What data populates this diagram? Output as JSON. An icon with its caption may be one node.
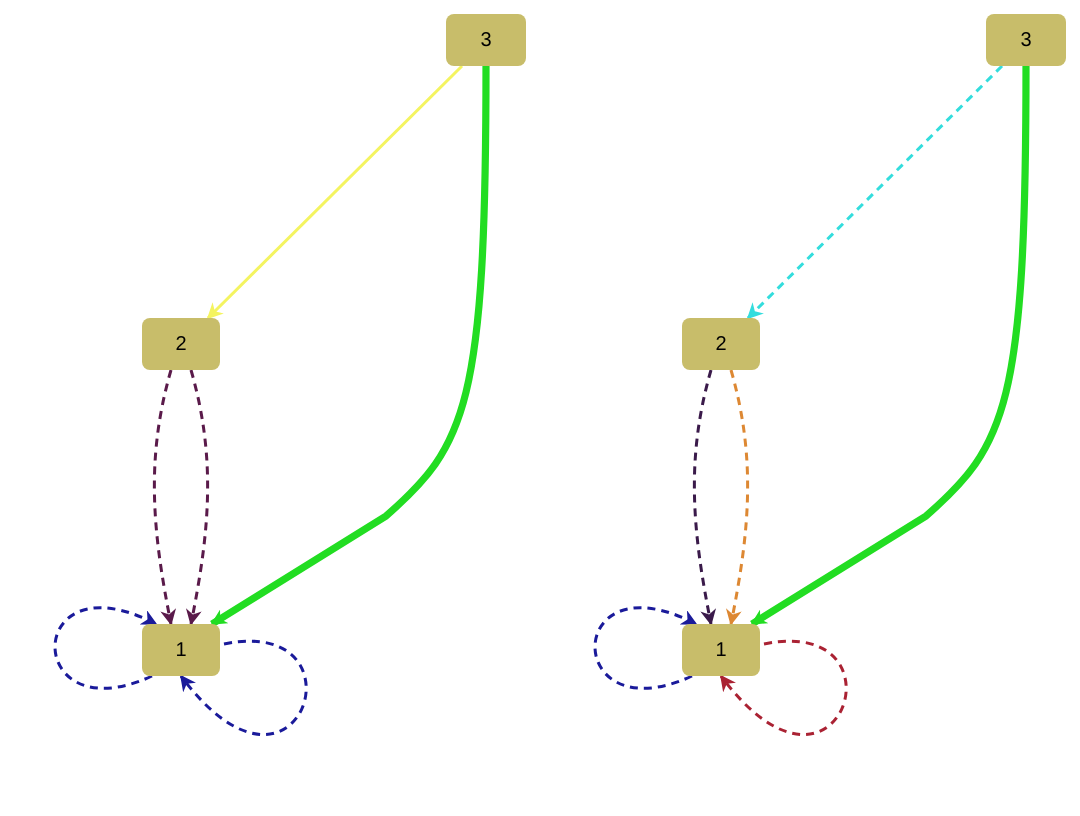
{
  "diagram": {
    "nodes": [
      {
        "text": [
          "3"
        ]
      },
      {
        "text": [
          "3"
        ]
      },
      {
        "text": [
          "2"
        ]
      },
      {
        "text": [
          "2"
        ]
      },
      {
        "text": [
          "1"
        ]
      },
      {
        "text": [
          "1"
        ]
      }
    ],
    "edges": [
      {
        "from": 0,
        "to": 2,
        "arrow": "to",
        "color": "#f4f460"
      },
      {
        "from": 0,
        "to": 4,
        "arrow": "to",
        "style": "thick",
        "color": "#22dd22"
      },
      {
        "from": 2,
        "to": 4,
        "arrow": "to",
        "style": "dashed",
        "color": "#5a1a4a"
      },
      {
        "from": 2,
        "to": 4,
        "arrow": "to",
        "style": "dashed",
        "color": "#5a1a4a"
      },
      {
        "from": 4,
        "to": 4,
        "arrow": "to",
        "style": "dashed",
        "color": "#1a1a9a"
      },
      {
        "from": 4,
        "to": 4,
        "arrow": "to",
        "style": "dashed",
        "color": "#1a1a9a"
      },
      {
        "from": 1,
        "to": 3,
        "arrow": "to",
        "style": "dashed",
        "color": "#33dddd"
      },
      {
        "from": 1,
        "to": 5,
        "arrow": "to",
        "style": "thick",
        "color": "#22dd22"
      },
      {
        "from": 3,
        "to": 5,
        "arrow": "to",
        "style": "dashed",
        "color": "#3a1a4a"
      },
      {
        "from": 3,
        "to": 5,
        "arrow": "to",
        "style": "dashed",
        "color": "#dd8833"
      },
      {
        "from": 5,
        "to": 5,
        "arrow": "to",
        "style": "dashed",
        "color": "#1a1a9a"
      },
      {
        "from": 5,
        "to": 5,
        "arrow": "to",
        "style": "dashed",
        "color": "#aa2233"
      }
    ]
  }
}
